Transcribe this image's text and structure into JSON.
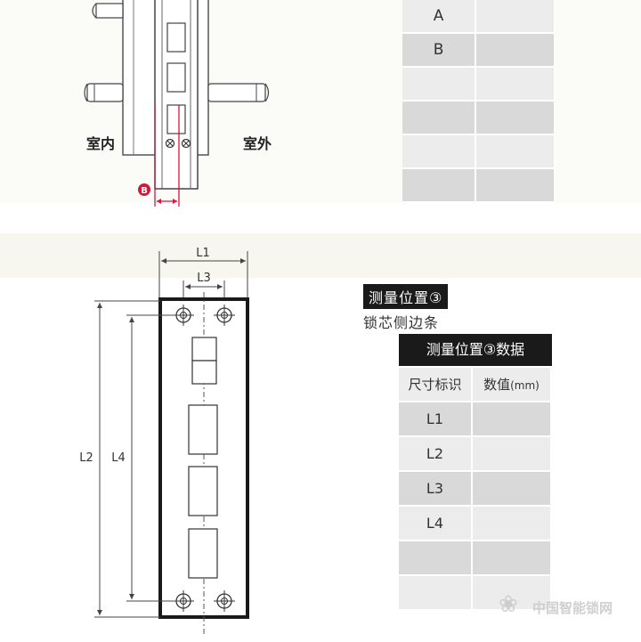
{
  "top_section": {
    "labels": {
      "indoor": "室内",
      "outdoor": "室外",
      "marker_b": "B"
    },
    "table": {
      "rows": [
        [
          "A",
          ""
        ],
        [
          "B",
          ""
        ],
        [
          "",
          ""
        ],
        [
          "",
          ""
        ],
        [
          "",
          ""
        ],
        [
          "",
          ""
        ]
      ]
    }
  },
  "bottom_section": {
    "dimensions": {
      "l1": "L1",
      "l2": "L2",
      "l3": "L3",
      "l4": "L4"
    },
    "tag": {
      "title": "测量位置③",
      "subtitle": "锁芯侧边条"
    },
    "data_table": {
      "title": "测量位置③数据",
      "header": {
        "label": "尺寸标识",
        "value": "数值",
        "unit": "(mm)"
      },
      "rows": [
        [
          "L1",
          ""
        ],
        [
          "L2",
          ""
        ],
        [
          "L3",
          ""
        ],
        [
          "L4",
          ""
        ],
        [
          "",
          ""
        ],
        [
          "",
          ""
        ]
      ]
    }
  },
  "colors": {
    "marker_red": "#d6173a",
    "dark": "#1a1a1a",
    "cell_light": "#ececec",
    "cell_dark": "#d9d9d9"
  },
  "watermark": {
    "icon": "wechat-bubble-icon",
    "text": "中国智能锁网"
  }
}
